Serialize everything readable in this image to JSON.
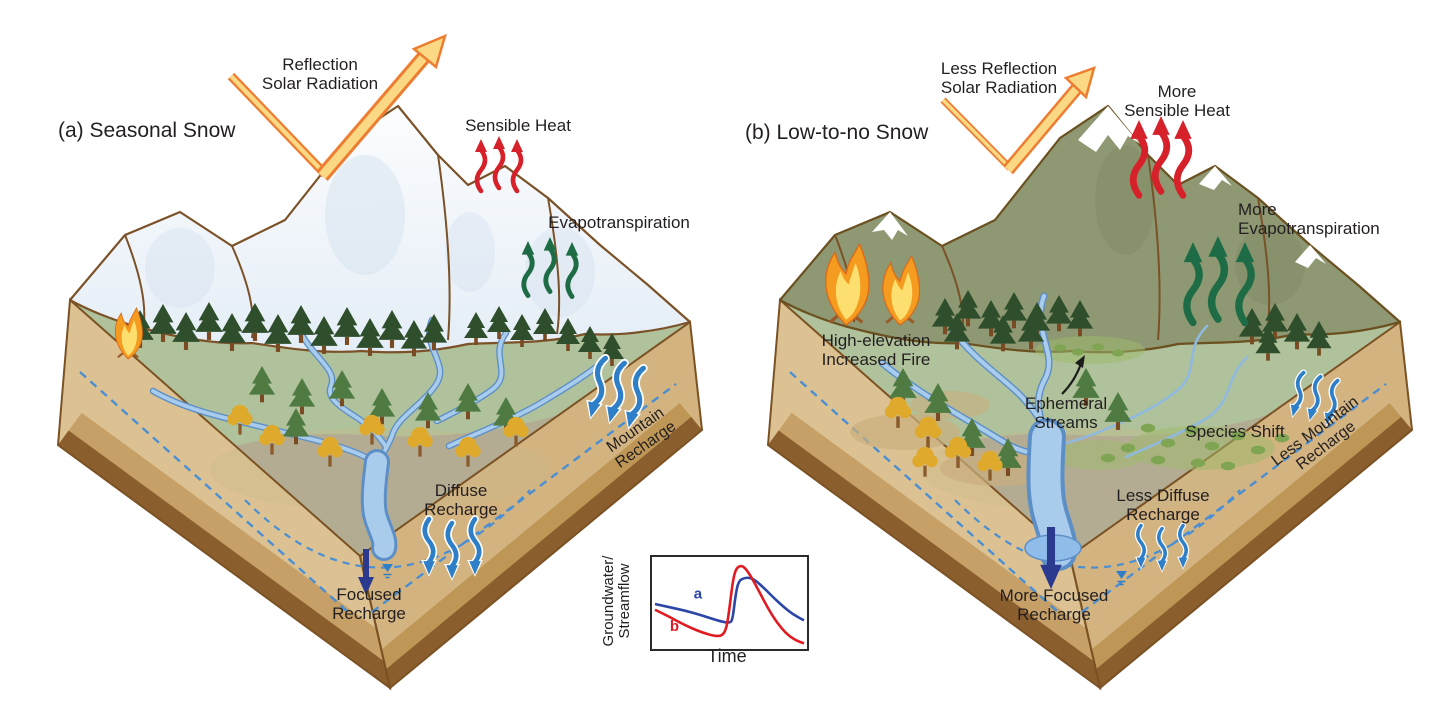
{
  "figure": {
    "background": "#FFFFFF"
  },
  "panel_a": {
    "title": "(a) Seasonal Snow",
    "labels": {
      "reflection": "Reflection\nSolar Radiation",
      "sensible_heat": "Sensible Heat",
      "evapotranspiration": "Evapotranspiration",
      "mountain_recharge": "Mountain\nRecharge",
      "diffuse_recharge": "Diffuse\nRecharge",
      "focused_recharge": "Focused\nRecharge"
    }
  },
  "panel_b": {
    "title": "(b) Low-to-no Snow",
    "labels": {
      "reflection": "Less Reflection\nSolar Radiation",
      "sensible_heat": "More\nSensible Heat",
      "evapotranspiration": "More\nEvapotranspiration",
      "fire": "High-elevation\nIncreased Fire",
      "ephemeral_streams": "Ephemeral\nStreams",
      "species_shift": "Species Shift",
      "mountain_recharge": "Less Mountain\nRecharge",
      "diffuse_recharge": "Less Diffuse\nRecharge",
      "focused_recharge": "More Focused\nRecharge"
    }
  },
  "chart_data": {
    "type": "line",
    "title": "",
    "xlabel": "Time",
    "ylabel": "Groundwater/\nStreamflow",
    "axis_box": true,
    "ticks": false,
    "x_range": [
      0,
      1
    ],
    "y_range": [
      0,
      1
    ],
    "series": [
      {
        "name": "a",
        "color": "#2B45A8",
        "label_pos": [
          0.26,
          0.57
        ],
        "points": [
          [
            0,
            0.5
          ],
          [
            0.1,
            0.46
          ],
          [
            0.2,
            0.42
          ],
          [
            0.3,
            0.37
          ],
          [
            0.4,
            0.31
          ],
          [
            0.46,
            0.28
          ],
          [
            0.5,
            0.27
          ],
          [
            0.52,
            0.3
          ],
          [
            0.54,
            0.6
          ],
          [
            0.56,
            0.78
          ],
          [
            0.6,
            0.82
          ],
          [
            0.64,
            0.82
          ],
          [
            0.68,
            0.78
          ],
          [
            0.74,
            0.68
          ],
          [
            0.8,
            0.57
          ],
          [
            0.86,
            0.47
          ],
          [
            0.92,
            0.38
          ],
          [
            1.0,
            0.3
          ]
        ]
      },
      {
        "name": "b",
        "color": "#E01B22",
        "label_pos": [
          0.1,
          0.17
        ],
        "points": [
          [
            0,
            0.43
          ],
          [
            0.08,
            0.36
          ],
          [
            0.16,
            0.28
          ],
          [
            0.24,
            0.21
          ],
          [
            0.32,
            0.15
          ],
          [
            0.4,
            0.11
          ],
          [
            0.45,
            0.11
          ],
          [
            0.48,
            0.2
          ],
          [
            0.5,
            0.45
          ],
          [
            0.52,
            0.75
          ],
          [
            0.54,
            0.92
          ],
          [
            0.57,
            0.97
          ],
          [
            0.6,
            0.95
          ],
          [
            0.64,
            0.85
          ],
          [
            0.7,
            0.65
          ],
          [
            0.76,
            0.44
          ],
          [
            0.82,
            0.27
          ],
          [
            0.88,
            0.14
          ],
          [
            0.94,
            0.06
          ],
          [
            1.0,
            0.02
          ]
        ]
      }
    ]
  },
  "palette": {
    "label_text": "#231F20",
    "heat_red": "#D7212A",
    "evapo_green": "#1E6C45",
    "recharge_blue": "#2F7FC8",
    "focused_navy": "#2B3A8F",
    "solar_fill": "#FBD984",
    "solar_edge": "#ED7D31",
    "water_table_dash": "#4A8FD4",
    "stream_fill": "#A9CCEC",
    "stream_edge": "#5D8FC7",
    "valley_green": "#B0C29B",
    "mountain_snow": "#F3F7FB",
    "mountain_olive": "#8E9873",
    "earth_light": "#DCC293",
    "earth_dark": "#8B5E2E",
    "series_a_blue": "#2B45A8",
    "series_b_red": "#E01B22"
  }
}
